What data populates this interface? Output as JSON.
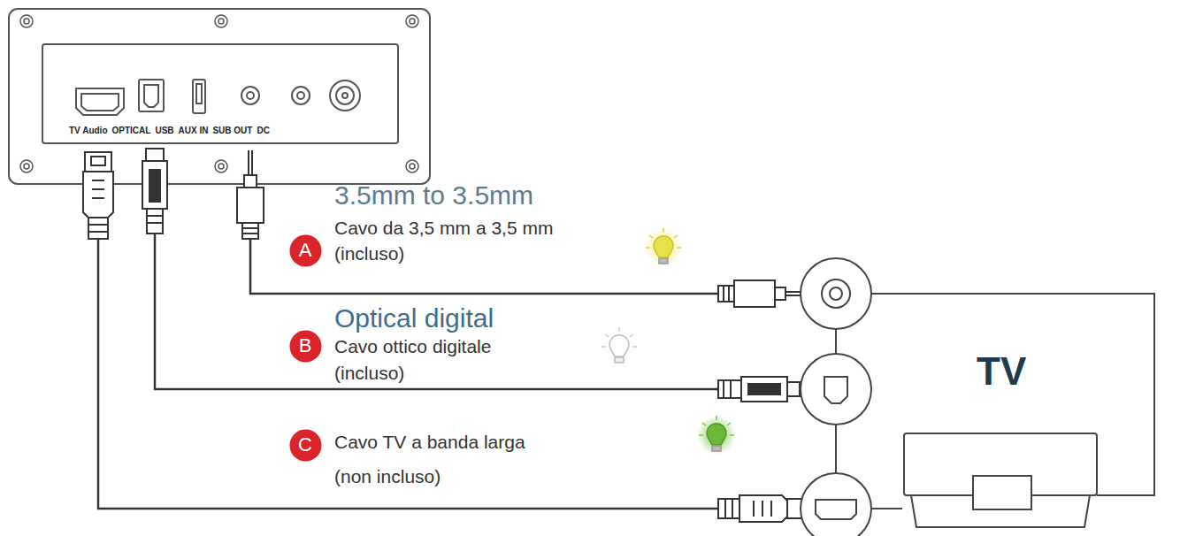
{
  "diagram": {
    "nodes": [
      {
        "text": [
          "A"
        ]
      },
      {
        "text": [
          "B"
        ]
      },
      {
        "text": [
          "C"
        ]
      }
    ],
    "labels": [
      "TV Audio",
      "OPTICAL",
      "USB",
      "AUX IN",
      "SUB OUT",
      "DC",
      "3.5mm to 3.5mm",
      "Cavo da 3,5 mm a 3,5 mm",
      "(incluso)",
      "Optical digital",
      "Cavo ottico digitale",
      "(incluso)",
      "Cavo TV a banda larga",
      "(non incluso)",
      "TV"
    ]
  }
}
